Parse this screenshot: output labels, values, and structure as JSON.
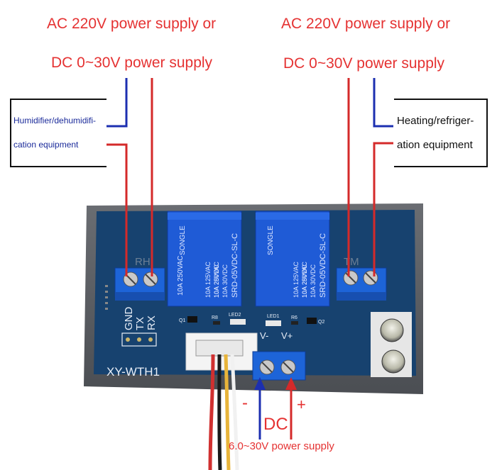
{
  "labels": {
    "left_power_line1": "AC 220V power supply or",
    "left_power_line2": "DC 0~30V power supply",
    "right_power_line1": "AC 220V power supply or",
    "right_power_line2": "DC 0~30V power supply",
    "dc_label": "DC",
    "dc_minus": "-",
    "dc_plus": "+",
    "dc_range": "6.0~30V power supply"
  },
  "left_device": {
    "line1": "Humidifier/dehumidifi-",
    "line2": "cation equipment"
  },
  "right_device": {
    "line1": "Heating/refriger-",
    "line2": "ation equipment"
  },
  "board": {
    "model": "XY-WTH1",
    "rh": "RH",
    "tm": "TM",
    "pins": [
      "GND",
      "TX",
      "RX"
    ],
    "v_minus": "V-",
    "v_plus": "V+",
    "parts": {
      "q1": "Q1",
      "r8": "R8",
      "led2": "LED2",
      "led1": "LED1",
      "r6": "R6",
      "q2": "Q2"
    }
  },
  "relay_text": {
    "brand": "SONGLE",
    "rating1": "10A 250VAC",
    "rating2": "10A 125VAC",
    "rating3": "10A 30VDC",
    "rating4": "10A 28VDC",
    "model": "SRD-05VDC-SL-C"
  },
  "colors": {
    "label_red": "#e53232",
    "wire_red": "#d42a2a",
    "wire_blue": "#1c2fb0",
    "pcb_blue": "#17426f",
    "relay_blue": "#1f5bd6",
    "terminal_blue": "#1d64d8",
    "bezel_gray": "#5b5e63"
  }
}
